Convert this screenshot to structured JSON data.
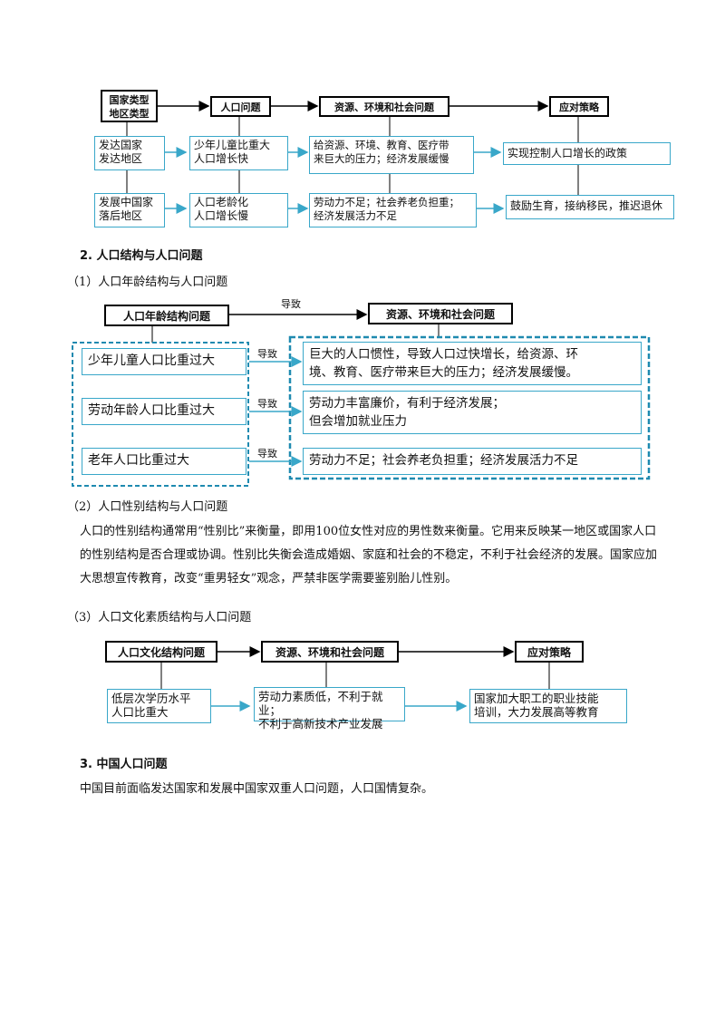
{
  "diagram1": {
    "headers": [
      "国家类型\n地区类型",
      "人口问题",
      "资源、环境和社会问题",
      "应对策略"
    ],
    "row1": [
      "发达国家\n发达地区",
      "少年儿童比重大\n人口增长快",
      "给资源、环境、教育、医疗带\n来巨大的压力；经济发展缓慢",
      "实现控制人口增长的政策"
    ],
    "row2": [
      "发展中国家\n落后地区",
      "人口老龄化\n人口增长慢",
      "劳动力不足；社会养老负担重；\n经济发展活力不足",
      "鼓励生育，接纳移民，推迟退休"
    ]
  },
  "section2": {
    "heading": "2. 人口结构与人口问题",
    "sub1": "（1）人口年龄结构与人口问题",
    "sub2": "（2）人口性别结构与人口问题",
    "para": "人口的性别结构通常用“性别比”来衡量，即用100位女性对应的男性数来衡量。它用来反映某一地区或国家人口的性别结构是否合理或协调。性别比失衡会造成婚姻、家庭和社会的不稳定，不利于社会经济的发展。国家应加大思想宣传教育，改变“重男轻女”观念，严禁非医学需要鉴别胎儿性别。",
    "sub3": "（3）人口文化素质结构与人口问题"
  },
  "diagram2": {
    "header_left": "人口年龄结构问题",
    "header_right": "资源、环境和社会问题",
    "top_label": "导致",
    "arrow_label": "导致",
    "left": [
      "少年儿童人口比重过大",
      "劳动年龄人口比重过大",
      "老年人口比重过大"
    ],
    "right": [
      "巨大的人口惯性，导致人口过快增长，给资源、环\n境、教育、医疗带来巨大的压力；经济发展缓慢。",
      "劳动力丰富廉价，有利于经济发展；\n但会增加就业压力",
      "劳动力不足；社会养老负担重；经济发展活力不足"
    ]
  },
  "diagram3": {
    "headers": [
      "人口文化结构问题",
      "资源、环境和社会问题",
      "应对策略"
    ],
    "boxes": [
      "低层次学历水平\n人口比重大",
      "劳动力素质低，不利于就业；\n不利于高新技术产业发展",
      "国家加大职工的职业技能\n培训，大力发展高等教育"
    ]
  },
  "section3": {
    "heading": "3. 中国人口问题",
    "para": "中国目前面临发达国家和发展中国家双重人口问题，人口国情复杂。"
  },
  "colors": {
    "accent": "#39a7c9",
    "text": "#111111"
  }
}
